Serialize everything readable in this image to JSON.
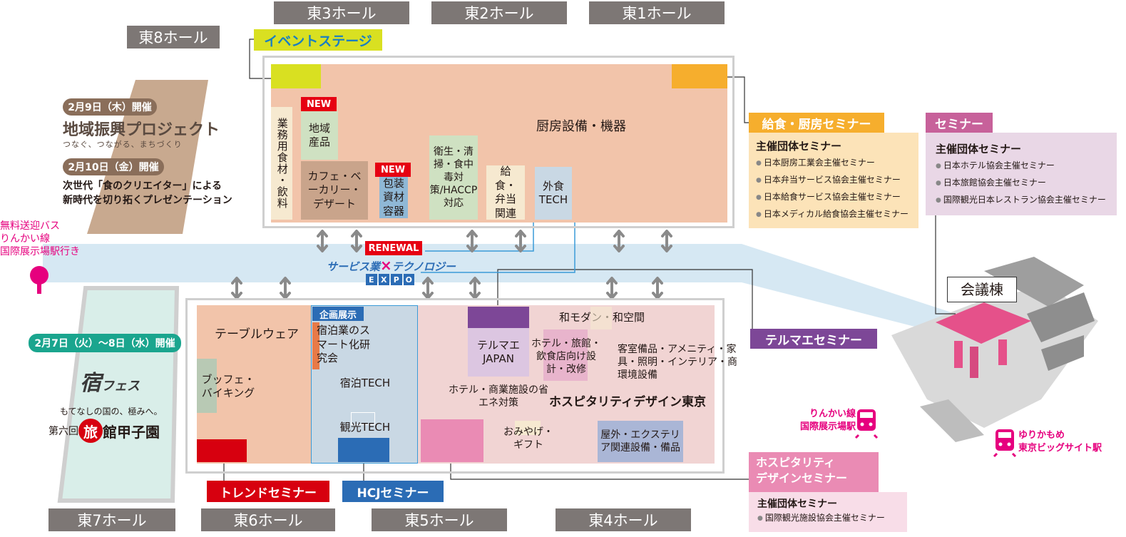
{
  "halls": {
    "east1": "東1ホール",
    "east2": "東2ホール",
    "east3": "東3ホール",
    "east4": "東4ホール",
    "east5": "東5ホール",
    "east6": "東6ホール",
    "east7": "東7ホール",
    "east8": "東8ホール"
  },
  "event_stage": "イベントステージ",
  "upper_booths": {
    "kitchen": "厨房設備・機器",
    "business_food": "業務用食材・飲料",
    "local_products": "地域産品",
    "cafe": "カフェ・ベーカリー・デザート",
    "packaging": "包装資材容器",
    "hygiene": "衛生・清掃・食中毒対策/HACCP対応",
    "catering": "給食・弁当関連",
    "foodservice_tech": "外食TECH",
    "new1": "NEW",
    "new2": "NEW"
  },
  "expo": {
    "renewal": "RENEWAL",
    "title_left": "サービス業",
    "cross": "×",
    "title_right": "テクノロジー",
    "letters": [
      "E",
      "X",
      "P",
      "O"
    ]
  },
  "lower_booths": {
    "tableware": "テーブルウェア",
    "buffet": "ブッフェ・バイキング",
    "planning": "企画展示",
    "smart_lodging": "宿泊業のスマート化研究会",
    "lodging_tech": "宿泊TECH",
    "tourism_tech": "観光TECH",
    "thermae_japan": "テルマエJAPAN",
    "wamodern": "和モダン・和空間",
    "hotel_shop": "ホテル・旅館・飲食店向け設計・改修",
    "room_goods": "客室備品・アメニティ・家具・照明・インテリア・商環境設備",
    "energy": "ホテル・商業施設の省エネ対策",
    "hospitality_design": "ホスピタリティデザイン東京",
    "souvenir": "おみやげ・ギフト",
    "exterior": "屋外・エクステリア関連設備・備品"
  },
  "left_panel": {
    "date1": "2月9日（木）開催",
    "project_title": "地域振興プロジェクト",
    "project_sub": "つなぐ、つながる、まちづくり",
    "date2": "2月10日（金）開催",
    "creator_line1": "次世代「食のクリエイター」による",
    "creator_line2": "新時代を切り拓くプレゼンテーション",
    "date3": "2月7日（火）～8日（水）開催",
    "yado_fes_1": "宿",
    "yado_fes_2": "フェス",
    "ryokan_slogan": "もてなしの国の、極みへ。",
    "ryokan_pre": "第六回",
    "ryokan_char": "旅",
    "ryokan_post": "館甲子園"
  },
  "shuttle": {
    "line1": "無料送迎バス",
    "line2": "りんかい線",
    "line3": "国際展示場駅行き"
  },
  "seminars": {
    "kyushoku_title": "給食・厨房セミナー",
    "kyushoku_host": "主催団体セミナー",
    "kyushoku_items": [
      "日本厨房工業会主催セミナー",
      "日本弁当サービス協会主催セミナー",
      "日本給食サービス協会主催セミナー",
      "日本メディカル給食協会主催セミナー"
    ],
    "seminar_title": "セミナー",
    "seminar_host": "主催団体セミナー",
    "seminar_items": [
      "日本ホテル協会主催セミナー",
      "日本旅館協会主催セミナー",
      "国際観光日本レストラン協会主催セミナー"
    ],
    "thermae": "テルマエセミナー",
    "trend": "トレンドセミナー",
    "hcj": "HCJセミナー",
    "hosp_title1": "ホスピタリティ",
    "hosp_title2": "デザインセミナー",
    "hosp_host": "主催団体セミナー",
    "hosp_items": [
      "国際観光施設協会主催セミナー"
    ]
  },
  "conference": "会議棟",
  "stations": {
    "rinkai1": "りんかい線",
    "rinkai2": "国際展示場駅",
    "yuri1": "ゆりかもめ",
    "yuri2": "東京ビッグサイト駅"
  },
  "colors": {
    "kitchen_bg": "#f2c4aa",
    "lower_bg": "#f1d4d3",
    "expo_bg": "#c9d8e4",
    "event_stage": "#d9e021",
    "kyushoku": "#f6ae2d",
    "seminar_pink": "#c7619a",
    "thermae": "#7d4797",
    "trend": "#d7000f",
    "hcj": "#2b6cb5",
    "hosp": "#ea8bb4",
    "magenta": "#e6007e"
  }
}
